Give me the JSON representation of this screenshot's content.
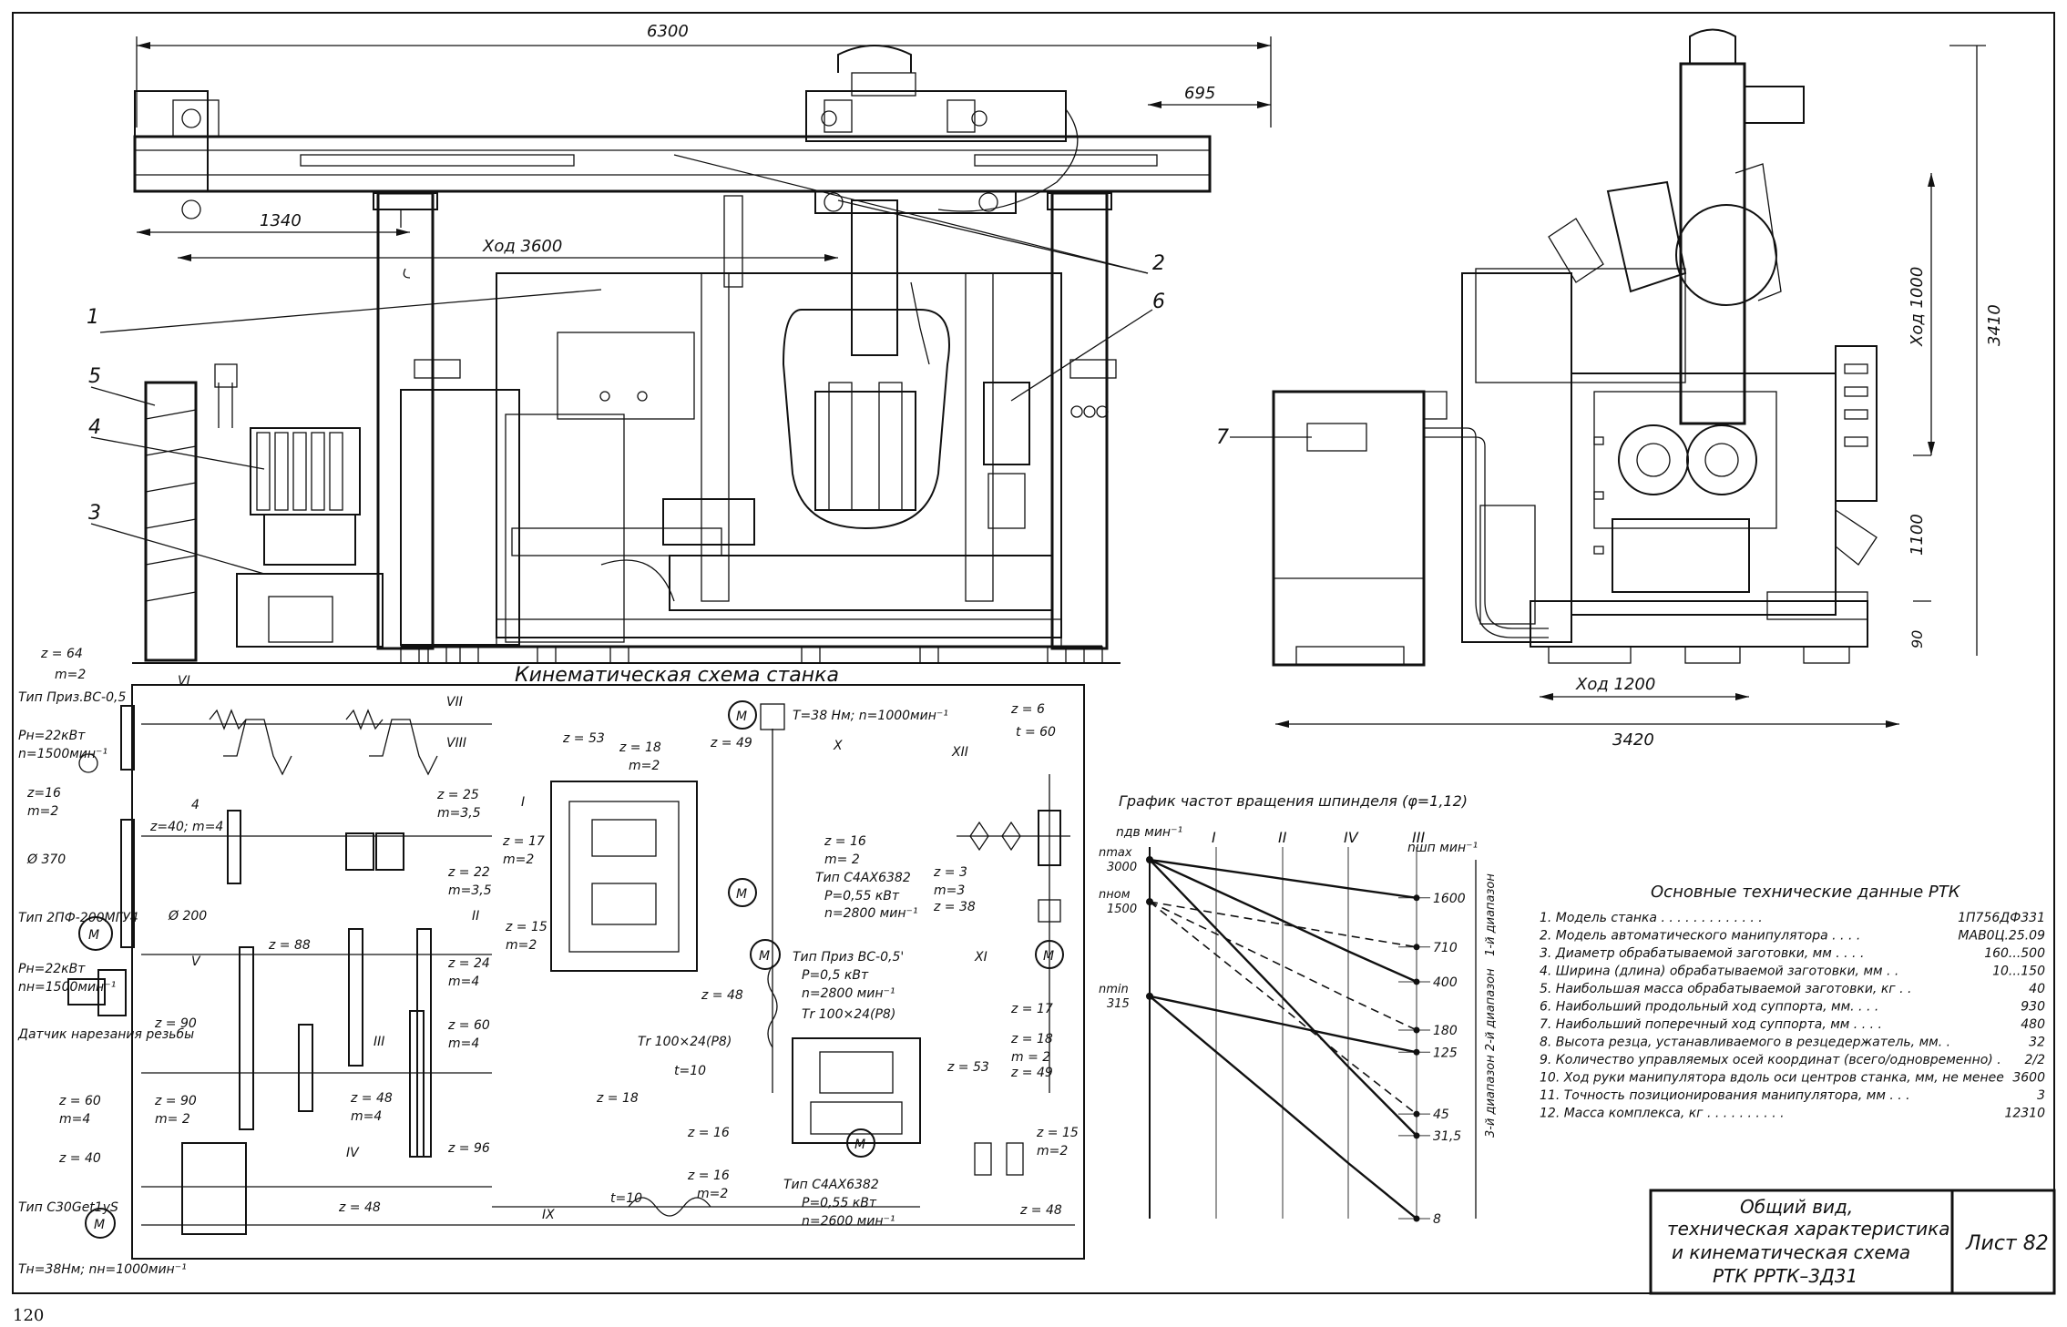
{
  "page_number": "120",
  "dimensions": {
    "total_length": "6300",
    "overhang": "695",
    "left_offset": "1340",
    "stroke_x": "Ход 3600",
    "height_total": "3410",
    "stroke_z": "Ход 1000",
    "height_mid": "1100",
    "height_base": "90",
    "stroke_y": "Ход 1200",
    "width_total": "3420"
  },
  "callouts": [
    "1",
    "2",
    "3",
    "4",
    "5",
    "6",
    "7"
  ],
  "kinematic_title": "Кинематическая схема станка",
  "kinematic_labels": {
    "motor_top": "Тип Приз.ВС-0,5",
    "motor_top_p": "Pн=22кВт",
    "motor_top_n": "n=1500мин⁻¹",
    "z64": "z = 64",
    "m2a": "m=2",
    "z16": "z=16",
    "m2b": "m=2",
    "shaft6": "VI",
    "shaft7": "VII",
    "shaft8": "VIII",
    "gear4": "4",
    "z40m4": "z=40; m=4",
    "phi370": "Ø 370",
    "phi200": "Ø 200",
    "z25": "z = 25",
    "m35a": "m=3,5",
    "z22": "z = 22",
    "m35b": "m=3,5",
    "shaft1": "I",
    "z17": "z = 17",
    "m2c": "m=2",
    "shaft2": "II",
    "z15": "z = 15",
    "m2d": "m=2",
    "z24": "z = 24",
    "m4a": "m=4",
    "motor2": "Тип 2ПФ-200МГУ4",
    "motor2_p": "Pн=22кВт",
    "motor2_n": "nн=1500мин⁻¹",
    "shaft5": "V",
    "z88": "z = 88",
    "z90a": "z = 90",
    "sensor": "Датчик нарезания резьбы",
    "z60a": "z = 60",
    "m4b": "m=4",
    "shaft3": "III",
    "z48a": "z = 48",
    "m4c": "m=4",
    "z60b": "z = 60",
    "m4d": "m=4",
    "z90b": "z = 90",
    "m2e": "m= 2",
    "z96": "z = 96",
    "z40b": "z = 40",
    "shaft4": "IV",
    "z48b": "z = 48",
    "shaft9": "IX",
    "motor3": "Тип С30Get1yS",
    "motor3_tn": "Tн=38Нм; nн=1000мин⁻¹",
    "motor_x": "T=38 Нм; n=1000мин⁻¹",
    "axis_x": "X",
    "z53a": "z = 53",
    "z18a": "z = 18",
    "m2f": "m=2",
    "z49a": "z = 49",
    "z16a": "z = 16",
    "m2g": "m= 2",
    "motor4": "Тип С4АХ6382",
    "motor4_p": "P=0,55 кВт",
    "motor4_n": "n=2800 мин⁻¹",
    "motor5": "Тип Приз ВС-0,5'",
    "motor5_p": "P=0,5 кВт",
    "motor5_n": "n=2800 мин⁻¹",
    "z48c": "z = 48",
    "screw1": "Тr 100×24(Р8)",
    "screw2": "Тr 100×24(Р8)",
    "t10a": "t=10",
    "z17b": "z = 17",
    "z18b": "z = 18",
    "m2h": "m = 2",
    "z53b": "z = 53",
    "z49b": "z = 49",
    "z18c": "z = 18",
    "z16b": "z = 16",
    "z16c": "z = 16",
    "m2i": "m=2",
    "motor6": "Тип С4АХ6382",
    "motor6_p": "P=0,55 кВт",
    "motor6_n": "n=2600 мин⁻¹",
    "z15b": "z = 15",
    "m2j": "m=2",
    "z48d": "z = 48",
    "t10b": "t=10",
    "z6": "z = 6",
    "t60": "t = 60",
    "shaft12": "XII",
    "shaft11": "XI",
    "z3": "z = 3",
    "m3": "m=3",
    "z38": "z = 38"
  },
  "chart_data": {
    "type": "line",
    "title": "График частот вращения шпинделя (φ=1,12)",
    "ylabel": "nдв мин⁻¹",
    "y2label": "nшп мин⁻¹",
    "motor_ticks": [
      {
        "label": "nmax=3000",
        "value": 3000
      },
      {
        "label": "nном 1500",
        "value": 1500
      },
      {
        "label": "nmin 315",
        "value": 315
      }
    ],
    "spindle_ticks": [
      "1600",
      "710",
      "400",
      "180",
      "125",
      "45",
      "31,5",
      "8"
    ],
    "x_categories": [
      "I",
      "II",
      "IV",
      "III"
    ],
    "ranges": [
      "1-й диапазон",
      "2-й диапазон",
      "3-й диапазон"
    ],
    "series": [
      {
        "style": "solid",
        "points": [
          "3000",
          "1600"
        ]
      },
      {
        "style": "dashed",
        "points": [
          "1500",
          "710"
        ]
      },
      {
        "style": "solid",
        "points": [
          "3000",
          "400"
        ]
      },
      {
        "style": "dashed",
        "points": [
          "1500",
          "180"
        ]
      },
      {
        "style": "solid",
        "points": [
          "315",
          "125"
        ]
      },
      {
        "style": "dashed",
        "points": [
          "1500",
          "45"
        ]
      },
      {
        "style": "solid",
        "points": [
          "3000",
          "31,5"
        ]
      },
      {
        "style": "solid",
        "points": [
          "315",
          "8"
        ]
      }
    ]
  },
  "specs": {
    "title": "Основные технические данные РТК",
    "rows": [
      {
        "label": "1. Модель станка . . . . . . . . . . . . .",
        "value": "1П756ДФ331"
      },
      {
        "label": "2. Модель автоматического манипулятора . . . .",
        "value": "МАВ0Ц.25.09"
      },
      {
        "label": "3. Диаметр обрабатываемой заготовки, мм . . . .",
        "value": "160...500"
      },
      {
        "label": "4. Ширина (длина) обрабатываемой заготовки, мм . .",
        "value": "10...150"
      },
      {
        "label": "5. Наибольшая масса обрабатываемой заготовки, кг . .",
        "value": "40"
      },
      {
        "label": "6. Наибольший продольный ход суппорта, мм. . . .",
        "value": "930"
      },
      {
        "label": "7. Наибольший поперечный ход суппорта, мм . . . .",
        "value": "480"
      },
      {
        "label": "8. Высота резца, устанавливаемого в резцедержатель, мм. .",
        "value": "32"
      },
      {
        "label": "9. Количество управляемых осей координат (всего/одновременно) .",
        "value": "2/2"
      },
      {
        "label": "10. Ход руки манипулятора вдоль оси центров станка, мм, не менее",
        "value": "3600"
      },
      {
        "label": "11. Точность позиционирования манипулятора, мм . . .",
        "value": "3"
      },
      {
        "label": "12. Масса комплекса, кг . . . . . . . . . .",
        "value": "12310"
      }
    ]
  },
  "title_block": {
    "line1": "Общий вид,",
    "line2": "техническая характеристика",
    "line3": "и кинематическая схема",
    "line4": "РТК  РРТК–3Д31",
    "sheet": "Лист 82"
  }
}
